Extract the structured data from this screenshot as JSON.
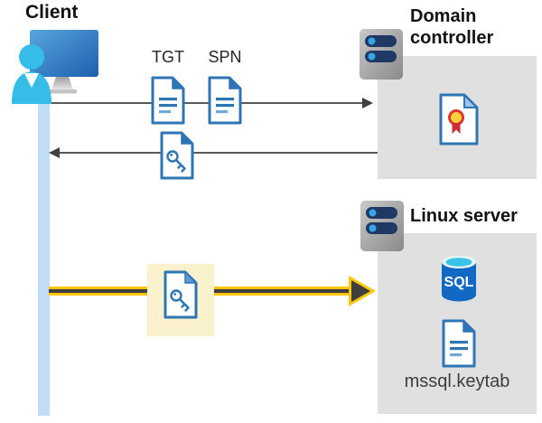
{
  "client": {
    "label": "Client"
  },
  "tickets": {
    "tgt_label": "TGT",
    "spn_label": "SPN"
  },
  "domain_controller": {
    "label": "Domain controller"
  },
  "linux_server": {
    "label": "Linux server",
    "sql_badge": "SQL",
    "keytab_label": "mssql.keytab"
  },
  "colors": {
    "document_blue": "#2E75B6",
    "document_line_light": "#6FA8DC",
    "certificate_fold": "#9DC3E6",
    "lifeline_blue": "#C3DCF8",
    "person_cyan": "#35BDE8",
    "zone_gray": "#E0E0E0",
    "arrow_gray": "#595959",
    "emphasis_yellow": "#FFC709",
    "highlight_cream": "#FAF1CD",
    "server_pill_navy": "#1F3864",
    "server_dot_blue": "#35A7E8",
    "sql_cylinder_blue": "#1269C4",
    "sql_top_cyan": "#38C3E6",
    "seal_yellow": "#FFD23B",
    "seal_ring_red": "#D8372A",
    "ribbon_red": "#CF2B35"
  }
}
